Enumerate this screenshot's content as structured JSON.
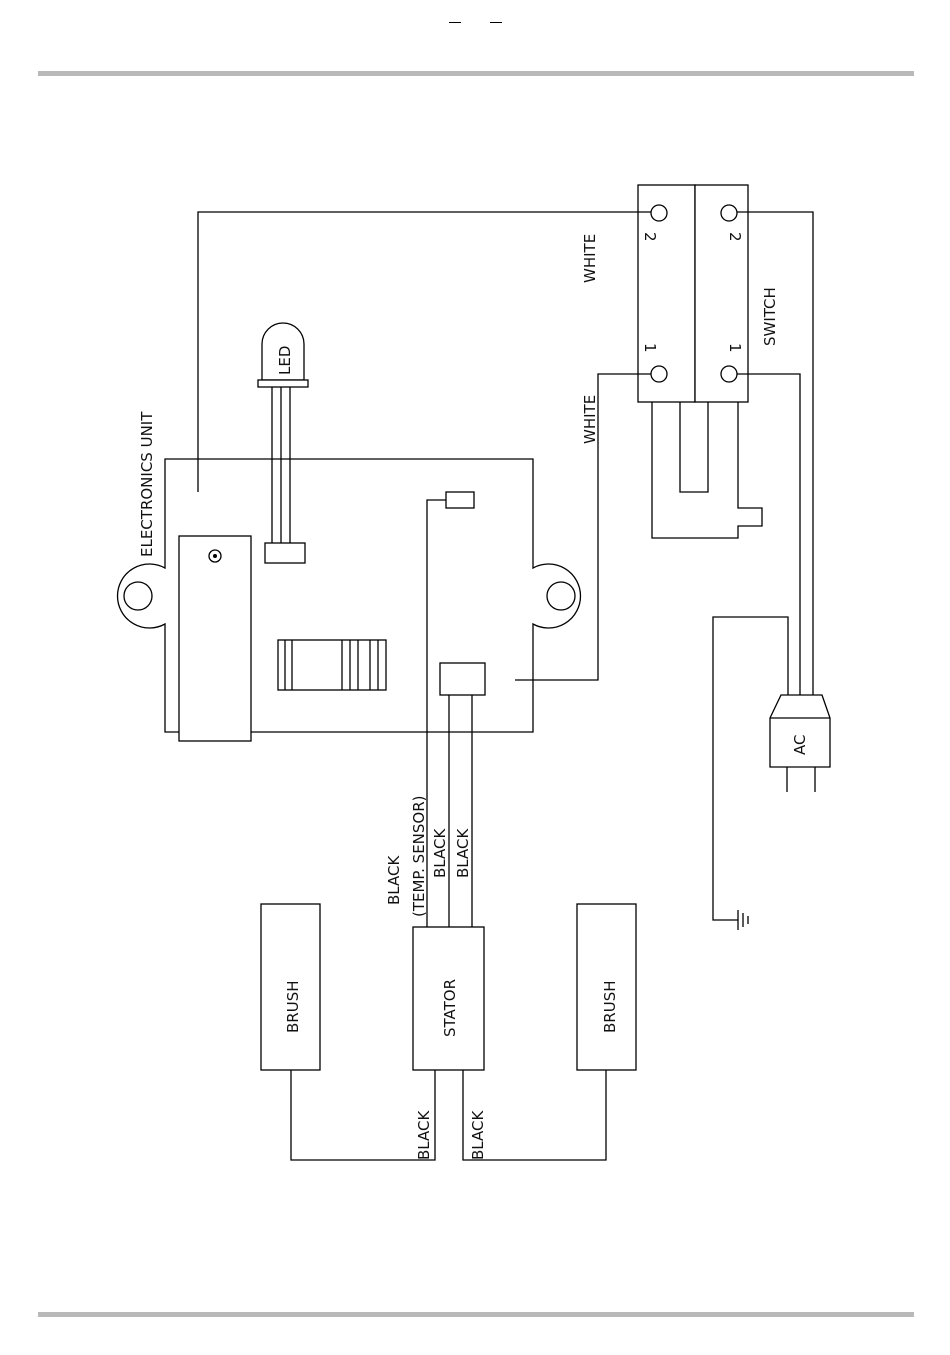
{
  "labels": {
    "electronics_unit": "ELECTRONICS UNIT",
    "led": "LED",
    "white_top": "WHITE",
    "white_bottom": "WHITE",
    "switch": "SWITCH",
    "switch_pin_2a": "2",
    "switch_pin_2b": "2",
    "switch_pin_1a": "1",
    "switch_pin_1b": "1",
    "ac": "AC",
    "black_sensor": "BLACK",
    "temp_sensor": "(TEMP. SENSOR)",
    "black_stator_1": "BLACK",
    "black_stator_2": "BLACK",
    "brush_left": "BRUSH",
    "stator": "STATOR",
    "brush_right": "BRUSH",
    "black_brush_left": "BLACK",
    "black_brush_right": "BLACK"
  }
}
